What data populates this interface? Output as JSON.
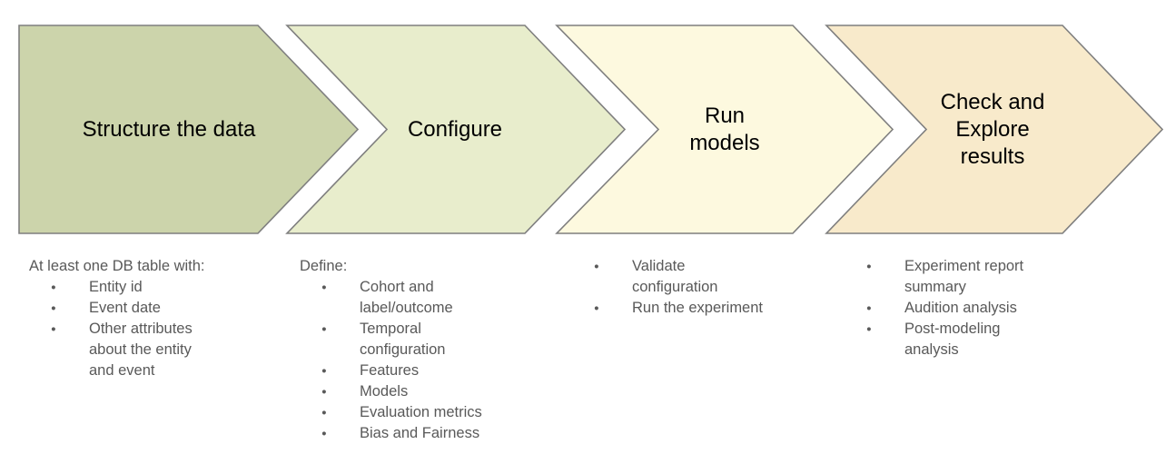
{
  "diagram": {
    "steps": [
      {
        "label": "Structure the data",
        "fill": "#ccd4ab"
      },
      {
        "label": "Configure",
        "fill": "#e8edcc"
      },
      {
        "label": "Run\nmodels",
        "fill": "#fdf9df"
      },
      {
        "label": "Check and\nExplore\nresults",
        "fill": "#f8eacb"
      }
    ],
    "columns": [
      {
        "intro": "At least one DB table with:",
        "items": [
          "Entity id",
          "Event date",
          "Other attributes\nabout the entity\nand event"
        ]
      },
      {
        "intro": "Define:",
        "items": [
          "Cohort and\nlabel/outcome",
          "Temporal\nconfiguration",
          "Features",
          "Models",
          "Evaluation metrics",
          "Bias and Fairness"
        ]
      },
      {
        "intro": "",
        "items": [
          "Validate\nconfiguration",
          "Run the experiment"
        ]
      },
      {
        "intro": "",
        "items": [
          "Experiment report\nsummary",
          "Audition analysis",
          "Post-modeling\nanalysis"
        ]
      }
    ]
  },
  "glyphs": {
    "bullet": "●"
  },
  "colors": {
    "background": "#ffffff",
    "arrow_border": "#7f7f7f",
    "title_text": "#000000",
    "list_text": "#595959"
  }
}
